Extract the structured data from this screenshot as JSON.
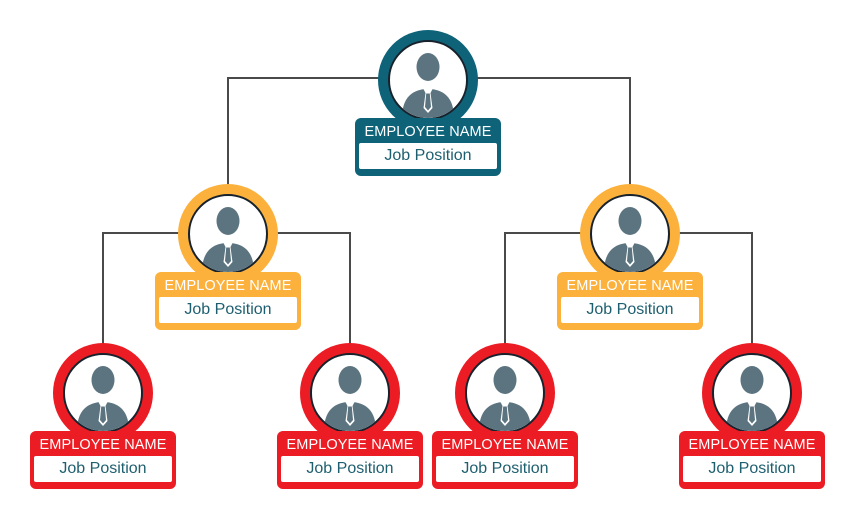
{
  "colors": {
    "level_1": "#0f6379",
    "level_2": "#fbb13c",
    "level_3": "#ec1c24",
    "connector": "#4a4a4a",
    "avatar_figure": "#5c7480",
    "avatar_tie": "#ffffff"
  },
  "icon": "person-silhouette-icon",
  "nodes": [
    {
      "id": "root",
      "parent": null,
      "level": 1,
      "name": "EMPLOYEE NAME",
      "position": "Job Position"
    },
    {
      "id": "left-manager",
      "parent": "root",
      "level": 2,
      "name": "EMPLOYEE NAME",
      "position": "Job Position"
    },
    {
      "id": "right-manager",
      "parent": "root",
      "level": 2,
      "name": "EMPLOYEE NAME",
      "position": "Job Position"
    },
    {
      "id": "left-staff-1",
      "parent": "left-manager",
      "level": 3,
      "name": "EMPLOYEE NAME",
      "position": "Job Position"
    },
    {
      "id": "left-staff-2",
      "parent": "left-manager",
      "level": 3,
      "name": "EMPLOYEE NAME",
      "position": "Job Position"
    },
    {
      "id": "right-staff-1",
      "parent": "right-manager",
      "level": 3,
      "name": "EMPLOYEE NAME",
      "position": "Job Position"
    },
    {
      "id": "right-staff-2",
      "parent": "right-manager",
      "level": 3,
      "name": "EMPLOYEE NAME",
      "position": "Job Position"
    }
  ]
}
